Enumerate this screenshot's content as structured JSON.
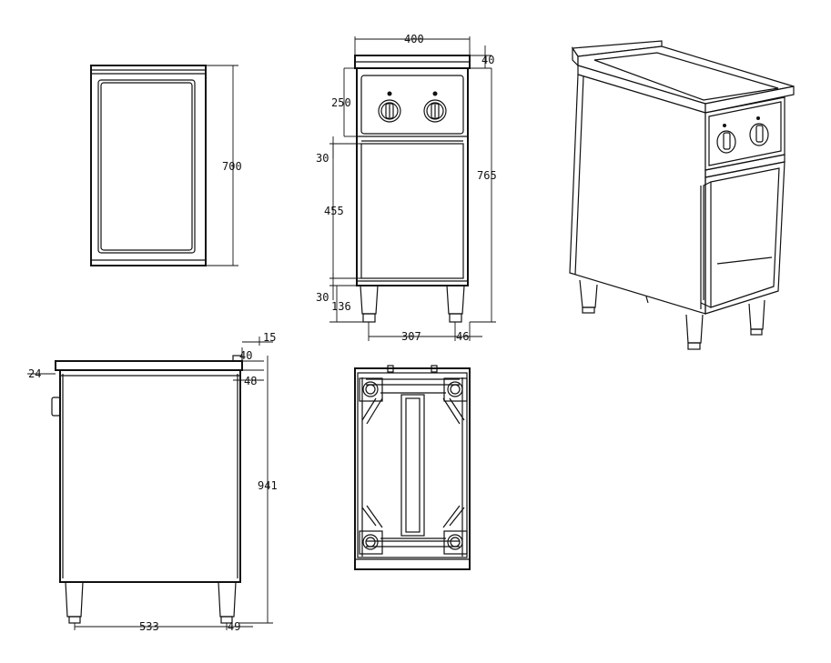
{
  "dimensions": {
    "top_view_depth": "700",
    "front_width": "400",
    "front_top_edge": "40",
    "front_control_height": "250",
    "front_gap_30_upper": "30",
    "front_cabinet_height": "455",
    "front_total_height": "765",
    "front_gap_30_lower": "30",
    "front_leg_height": "136",
    "front_leg_spacing": "307",
    "front_leg_offset": "46",
    "side_15": "15",
    "side_40": "40",
    "side_48": "48",
    "side_24": "24",
    "side_total_height": "941",
    "side_leg_spacing": "533",
    "side_leg_offset": "49"
  }
}
